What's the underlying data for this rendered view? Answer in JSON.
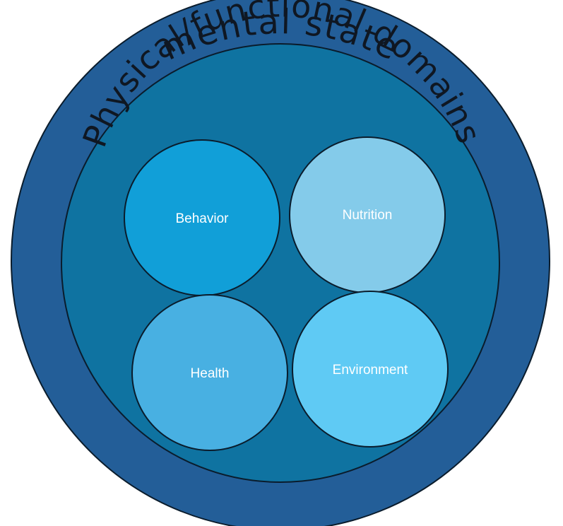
{
  "diagram": {
    "outer_label": "mental state",
    "inner_label": "Physical/functional domains",
    "nodes": [
      {
        "label": "Behavior"
      },
      {
        "label": "Nutrition"
      },
      {
        "label": "Health"
      },
      {
        "label": "Environment"
      }
    ]
  },
  "colors": {
    "outer_ring": "#235e98",
    "inner_ring": "#0f73a1",
    "behavior": "#119fd8",
    "nutrition": "#84cbea",
    "health": "#48b0e2",
    "environment": "#5fcaf4",
    "stroke": "#0a1c2c",
    "label_text": "#0f1722"
  }
}
